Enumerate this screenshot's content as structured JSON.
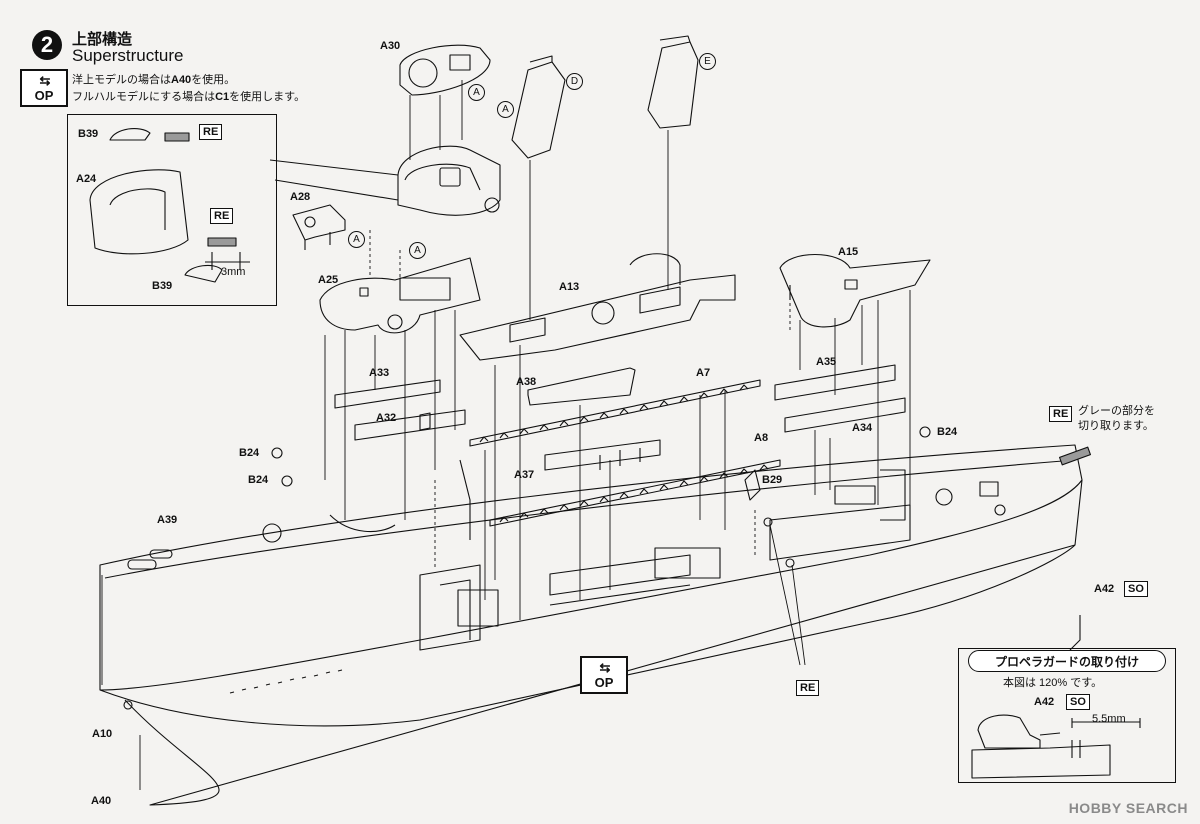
{
  "step": {
    "number": "2",
    "title_jp": "上部構造",
    "title_en": "Superstructure"
  },
  "op_badge": {
    "text": "OP"
  },
  "notes": {
    "line1_pre": "洋上モデルの場合は",
    "line1_part": "A40",
    "line1_post": "を使用。",
    "line2_pre": "フルハルモデルにする場合は",
    "line2_part": "C1",
    "line2_post": "を使用します。"
  },
  "parts": {
    "A30": "A30",
    "A28": "A28",
    "A25": "A25",
    "A13": "A13",
    "A15": "A15",
    "A33": "A33",
    "A32": "A32",
    "A38": "A38",
    "A7": "A7",
    "A35": "A35",
    "A34": "A34",
    "A8": "A8",
    "A37": "A37",
    "B29": "B29",
    "B24": "B24",
    "A39": "A39",
    "A10": "A10",
    "A40": "A40",
    "A42": "A42",
    "B39": "B39",
    "A24": "A24"
  },
  "markers": {
    "A": "A",
    "D": "D",
    "E": "E"
  },
  "boxed": {
    "RE": "RE",
    "SO": "SO"
  },
  "detail": {
    "dimension": "3mm"
  },
  "re_note": {
    "line1": "グレーの部分を",
    "line2": "切り取ります。"
  },
  "propeller_guard": {
    "title": "プロペラガードの取り付け",
    "scale_note": "本図は 120% です。",
    "dimension": "5.5mm"
  },
  "watermark": "HOBBY SEARCH",
  "colors": {
    "line": "#111111",
    "paper": "#f4f3f1",
    "cut_grey": "#9a9a9a"
  }
}
